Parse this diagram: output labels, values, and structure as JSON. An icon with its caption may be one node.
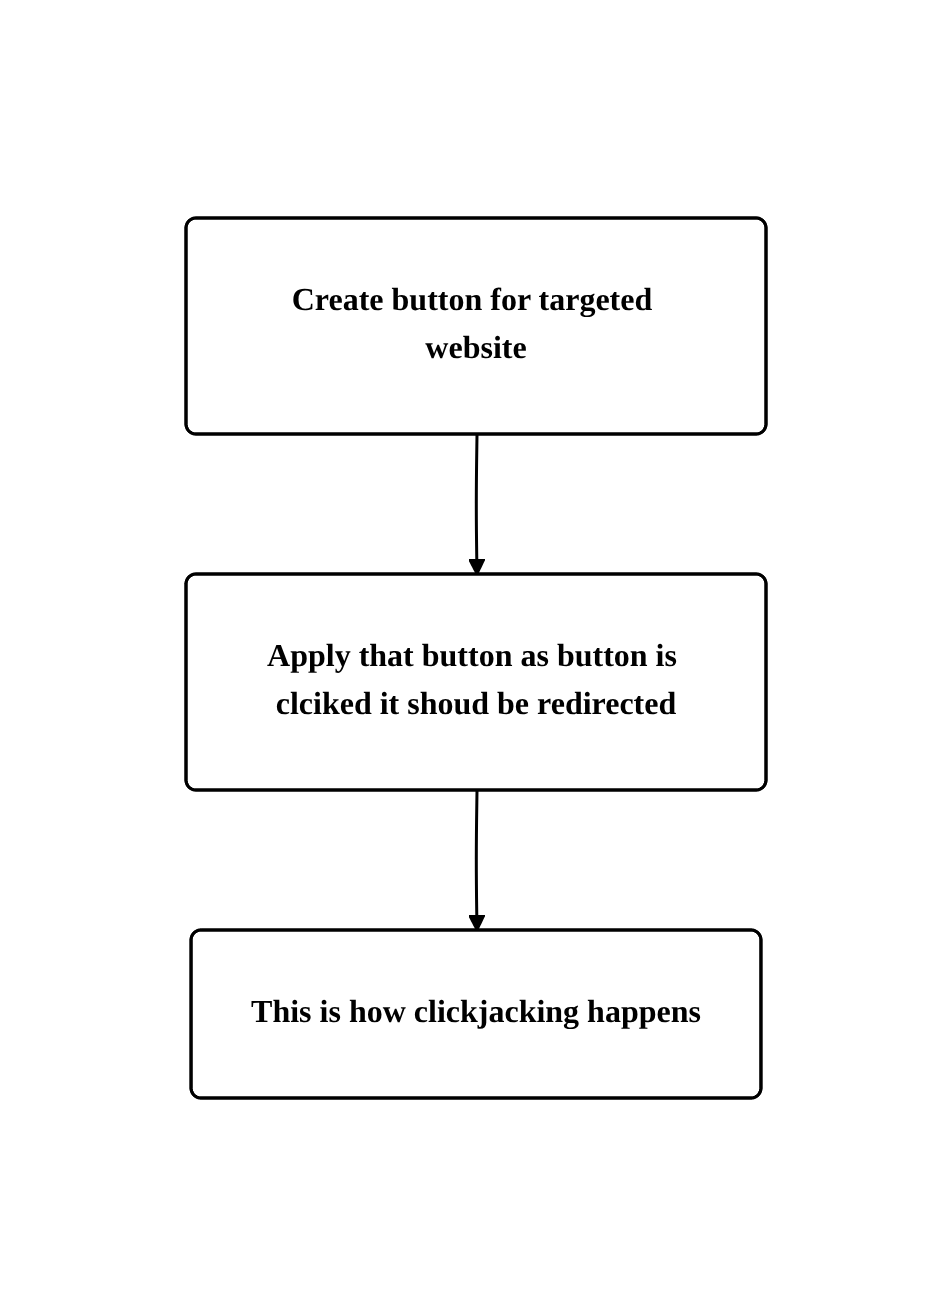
{
  "diagram": {
    "nodes": [
      {
        "text": [
          "Create button for targeted website"
        ]
      },
      {
        "text": [
          "Apply that button as button is clciked it shoud be redirected"
        ]
      },
      {
        "text": [
          "This is how clickjacking happens"
        ]
      }
    ],
    "edges": [
      {
        "from": 0,
        "to": 1,
        "arrow": "to"
      },
      {
        "from": 1,
        "to": 2,
        "arrow": "to"
      }
    ]
  }
}
